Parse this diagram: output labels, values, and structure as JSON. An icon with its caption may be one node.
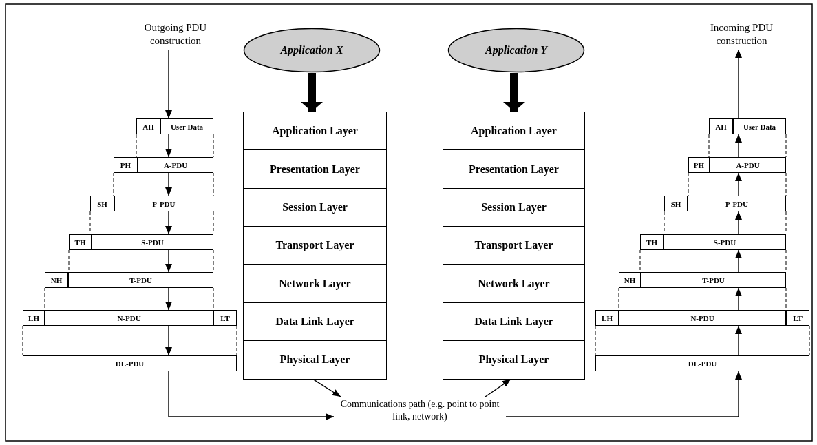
{
  "diagram": {
    "nodes": [
      {
        "text": [
          "Outgoing PDU construction"
        ]
      },
      {
        "text": [
          "AH"
        ]
      },
      {
        "text": [
          "User Data"
        ]
      },
      {
        "text": [
          "PH"
        ]
      },
      {
        "text": [
          "A-PDU"
        ]
      },
      {
        "text": [
          "SH"
        ]
      },
      {
        "text": [
          "P-PDU"
        ]
      },
      {
        "text": [
          "TH"
        ]
      },
      {
        "text": [
          "S-PDU"
        ]
      },
      {
        "text": [
          "NH"
        ]
      },
      {
        "text": [
          "T-PDU"
        ]
      },
      {
        "text": [
          "LH"
        ]
      },
      {
        "text": [
          "N-PDU"
        ]
      },
      {
        "text": [
          "LT"
        ]
      },
      {
        "text": [
          "DL-PDU"
        ]
      },
      {
        "text": [
          "Application X"
        ]
      },
      {
        "text": [
          "Application Y"
        ]
      },
      {
        "text": [
          "Application Layer"
        ]
      },
      {
        "text": [
          "Presentation Layer"
        ]
      },
      {
        "text": [
          "Session Layer"
        ]
      },
      {
        "text": [
          "Transport Layer"
        ]
      },
      {
        "text": [
          "Network Layer"
        ]
      },
      {
        "text": [
          "Data Link Layer"
        ]
      },
      {
        "text": [
          "Physical Layer"
        ]
      },
      {
        "text": [
          "Application Layer"
        ]
      },
      {
        "text": [
          "Presentation Layer"
        ]
      },
      {
        "text": [
          "Session Layer"
        ]
      },
      {
        "text": [
          "Transport Layer"
        ]
      },
      {
        "text": [
          "Network Layer"
        ]
      },
      {
        "text": [
          "Data Link Layer"
        ]
      },
      {
        "text": [
          "Physical Layer"
        ]
      },
      {
        "text": [
          "Incoming PDU construction"
        ]
      },
      {
        "text": [
          "AH"
        ]
      },
      {
        "text": [
          "User Data"
        ]
      },
      {
        "text": [
          "PH"
        ]
      },
      {
        "text": [
          "A-PDU"
        ]
      },
      {
        "text": [
          "SH"
        ]
      },
      {
        "text": [
          "P-PDU"
        ]
      },
      {
        "text": [
          "TH"
        ]
      },
      {
        "text": [
          "S-PDU"
        ]
      },
      {
        "text": [
          "NH"
        ]
      },
      {
        "text": [
          "T-PDU"
        ]
      },
      {
        "text": [
          "LH"
        ]
      },
      {
        "text": [
          "N-PDU"
        ]
      },
      {
        "text": [
          "LT"
        ]
      },
      {
        "text": [
          "DL-PDU"
        ]
      },
      {
        "text": [
          "Communications path (e.g. point to point link, network)"
        ]
      }
    ],
    "edges": [
      {
        "from": 0,
        "to": 2,
        "arrow": "to"
      },
      {
        "from": 2,
        "to": 4,
        "arrow": "to"
      },
      {
        "from": 4,
        "to": 6,
        "arrow": "to"
      },
      {
        "from": 6,
        "to": 8,
        "arrow": "to"
      },
      {
        "from": 8,
        "to": 10,
        "arrow": "to"
      },
      {
        "from": 10,
        "to": 12,
        "arrow": "to"
      },
      {
        "from": 12,
        "to": 14,
        "arrow": "to"
      },
      {
        "from": 14,
        "to": 46,
        "arrow": "to"
      },
      {
        "from": 15,
        "to": 17,
        "arrow": "to",
        "style": "thick"
      },
      {
        "from": 16,
        "to": 24,
        "arrow": "to",
        "style": "thick"
      },
      {
        "from": 23,
        "to": 46,
        "arrow": "to"
      },
      {
        "from": 46,
        "to": 30,
        "arrow": "to"
      },
      {
        "from": 46,
        "to": 45,
        "arrow": "to"
      },
      {
        "from": 45,
        "to": 43,
        "arrow": "to"
      },
      {
        "from": 43,
        "to": 41,
        "arrow": "to"
      },
      {
        "from": 41,
        "to": 39,
        "arrow": "to"
      },
      {
        "from": 39,
        "to": 37,
        "arrow": "to"
      },
      {
        "from": 37,
        "to": 35,
        "arrow": "to"
      },
      {
        "from": 35,
        "to": 33,
        "arrow": "to"
      },
      {
        "from": 33,
        "to": 31,
        "arrow": "to"
      }
    ]
  }
}
